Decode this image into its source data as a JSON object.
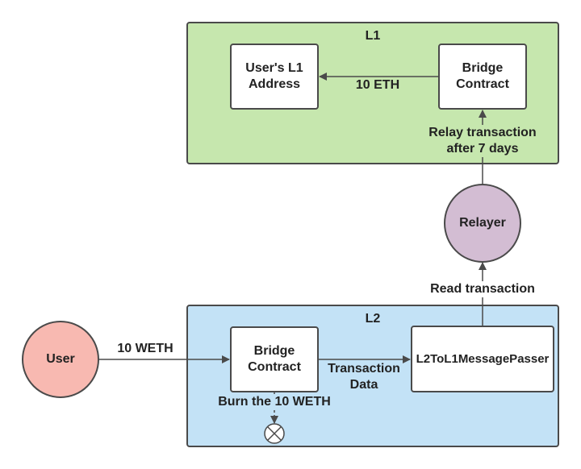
{
  "colors": {
    "l1_fill": "#c6e7ae",
    "l2_fill": "#c3e2f6",
    "user_fill": "#f8b9b1",
    "relayer_fill": "#d3bdd3",
    "stroke": "#4a4a4a"
  },
  "l1": {
    "title": "L1",
    "users_address": "User's L1\nAddress",
    "bridge_contract": "Bridge\nContract",
    "eth_label": "10 ETH",
    "relay_label": "Relay transaction\nafter 7 days"
  },
  "relayer": {
    "label": "Relayer",
    "read_label": "Read transaction"
  },
  "l2": {
    "title": "L2",
    "bridge_contract": "Bridge\nContract",
    "message_passer": "L2ToL1MessagePasser",
    "tx_data_label": "Transaction\nData",
    "burn_label": "Burn the 10 WETH",
    "sink_icon": "terminator-x-icon"
  },
  "user": {
    "label": "User",
    "weth_label": "10 WETH"
  }
}
